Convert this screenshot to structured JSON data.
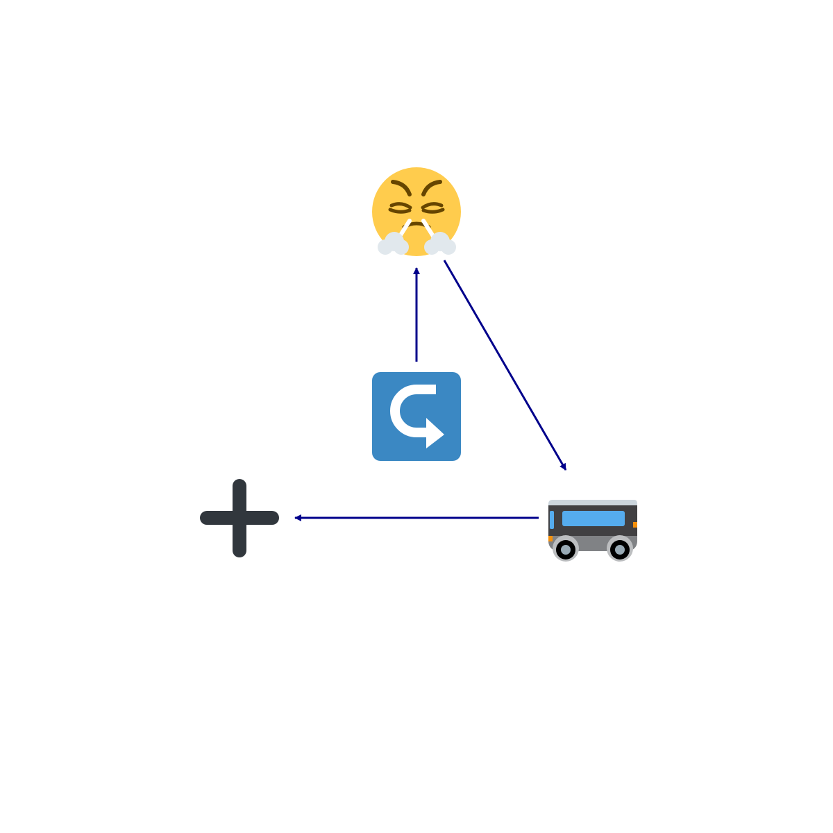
{
  "diagram": {
    "nodes": [
      {
        "id": "face",
        "icon": "face-with-steam-from-nose-icon"
      },
      {
        "id": "hook",
        "icon": "right-arrow-curving-left-icon"
      },
      {
        "id": "bus",
        "icon": "bus-icon"
      },
      {
        "id": "plus",
        "icon": "plus-sign-icon"
      }
    ],
    "edges": [
      {
        "from": "hook",
        "to": "face"
      },
      {
        "from": "face",
        "to": "bus"
      },
      {
        "from": "bus",
        "to": "plus"
      }
    ],
    "colors": {
      "edge": "#00008b",
      "face": "#ffcc4d",
      "face_features": "#664500",
      "steam": "#e1e8ed",
      "hook_bg": "#3b88c3",
      "hook_fg": "#ffffff",
      "bus_body": "#808285",
      "bus_roof": "#ccd6dd",
      "bus_window": "#55acee",
      "bus_dark": "#414042",
      "bus_light": "#f4900c",
      "wheel": "#000000",
      "hub": "#99aab5",
      "plus": "#31373d"
    }
  }
}
